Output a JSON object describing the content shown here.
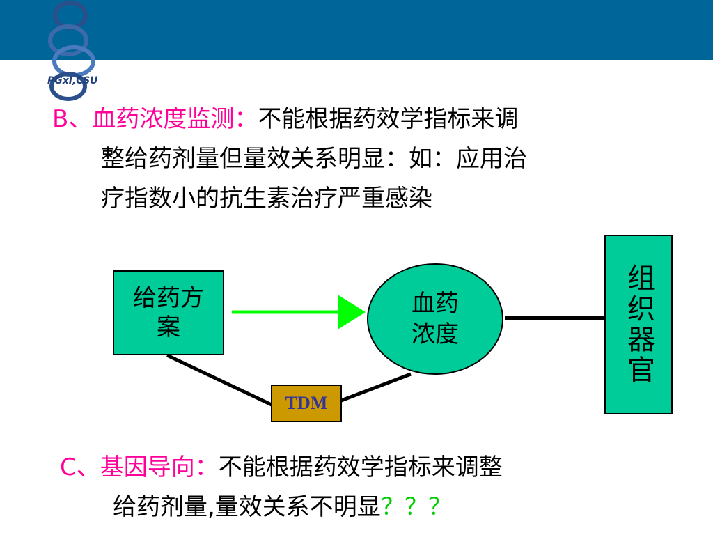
{
  "logo": {
    "text": "PGxI,CSU"
  },
  "paragraph_b": {
    "label": "B、血药浓度监测：",
    "line1_rest": "不能根据药效学指标来调",
    "line2": "整给药剂量但量效关系明显：如：应用治",
    "line3": "疗指数小的抗生素治疗严重感染"
  },
  "diagram": {
    "regimen": "给药方案",
    "blood_concentration": "血药浓度",
    "organ": "组织器官",
    "tdm": "TDM"
  },
  "paragraph_c": {
    "label": "C、基因导向：",
    "line1_rest": "不能根据药效学指标来调整",
    "line2": "给药剂量,量效关系不明显",
    "question_marks": "？？？"
  },
  "colors": {
    "topbar": "#006699",
    "label_pink": "#ff0099",
    "box_green": "#00cc99",
    "arrow_green": "#00ff00",
    "tdm_box": "#cc9900",
    "tdm_text": "#333399"
  }
}
